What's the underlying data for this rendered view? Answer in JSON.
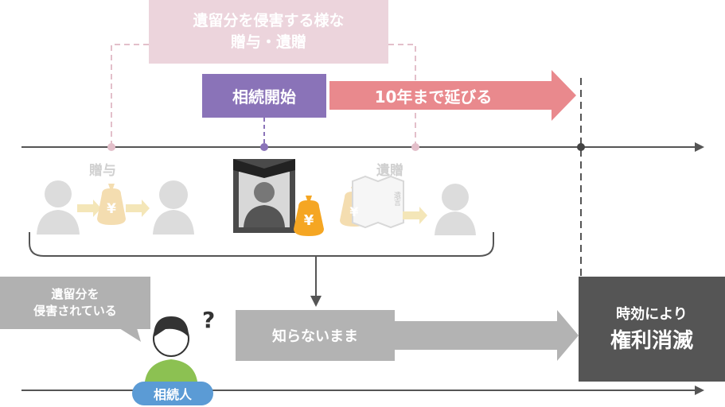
{
  "top_note": {
    "line1": "遺留分を侵害する様な",
    "line2": "贈与・遺贈"
  },
  "inheritance_start": {
    "label": "相続開始"
  },
  "extension": {
    "label": "10年まで延びる"
  },
  "gift": {
    "label": "贈与",
    "yen": "¥"
  },
  "bequest": {
    "label": "遺贈",
    "yen": "¥",
    "will_text": "遺言"
  },
  "deceased": {
    "yen": "¥"
  },
  "bubble": {
    "line1": "遺留分を",
    "line2": "侵害されている"
  },
  "unaware": {
    "label": "知らないまま"
  },
  "expiry": {
    "line1": "時効により",
    "line2": "権利消滅"
  },
  "heir": {
    "label": "相続人",
    "question_mark": "?"
  },
  "colors": {
    "pink_note": "#ecd4dc",
    "purple": "#8a73b8",
    "red_arrow": "#e9898d",
    "gray_box": "#b3b3b3",
    "dark_box": "#555555",
    "heir_blue": "#5b9bd5",
    "coin_orange": "#f5a623"
  }
}
